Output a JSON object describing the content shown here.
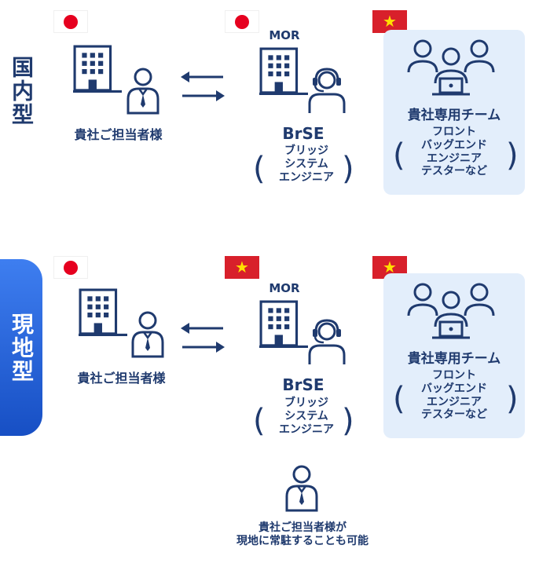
{
  "sections": {
    "domestic": {
      "label": "国内型"
    },
    "onsite": {
      "label": "現地型"
    }
  },
  "client": {
    "label": "貴社ご担当者様"
  },
  "mor": {
    "label": "MOR"
  },
  "brse": {
    "title": "BrSE",
    "subtitle": "ブリッジ\nシステム\nエンジニア"
  },
  "team": {
    "title": "貴社専用チーム",
    "roles": "フロント\nバッグエンド\nエンジニア\nテスターなど"
  },
  "onsite_note": "貴社ご担当者様が\n現地に常駐することも可能",
  "flags": {
    "japan": "japan-flag-icon",
    "vietnam": "vietnam-flag-icon"
  },
  "colors": {
    "navy": "#1f3a6e",
    "pill_gradient_top": "#3e7ef0",
    "pill_gradient_bottom": "#174fc4",
    "team_bg": "#e3eefb",
    "jp_red": "#e6001f",
    "vn_red": "#d8202b",
    "vn_star": "#ffe000"
  }
}
